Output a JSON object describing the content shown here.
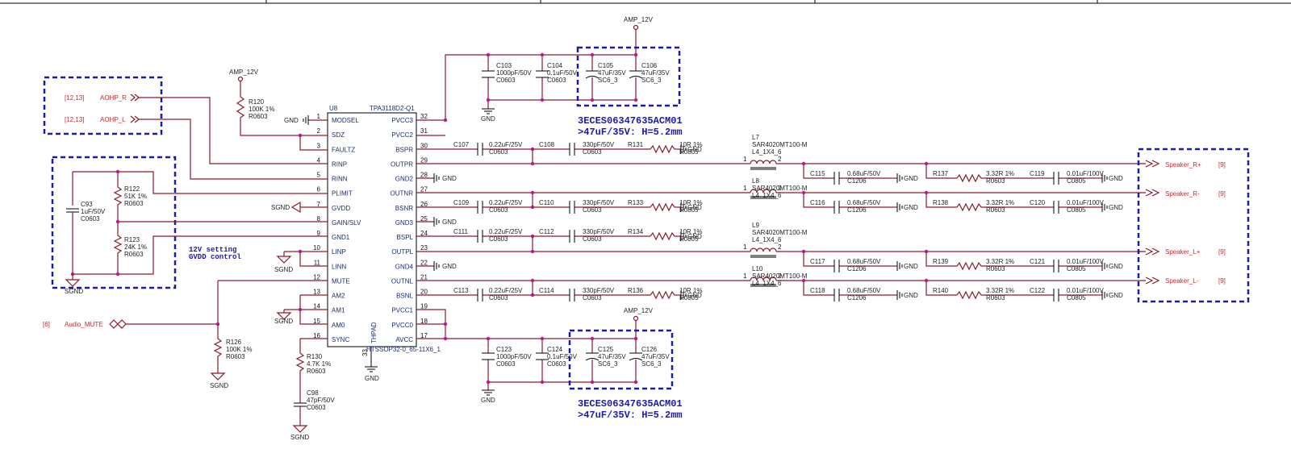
{
  "nets": {
    "amp12v": "AMP_12V",
    "gnd": "GND",
    "sgnd": "SGND"
  },
  "inputs": {
    "aohp_r": {
      "ref": "[12,13]",
      "name": "AOHP_R"
    },
    "aohp_l": {
      "ref": "[12,13]",
      "name": "AOHP_L"
    },
    "audio_mute": {
      "ref": "[6]",
      "name": "Audio_MUTE"
    }
  },
  "outputs": {
    "spk_rp": {
      "name": "Speaker_R+",
      "ref": "[9]"
    },
    "spk_rn": {
      "name": "Speaker_R-",
      "ref": "[9]"
    },
    "spk_lp": {
      "name": "Speaker_L+",
      "ref": "[9]"
    },
    "spk_ln": {
      "name": "Speaker_L-",
      "ref": "[9]"
    }
  },
  "ic": {
    "ref": "U8",
    "part": "TPA3118D2-Q1",
    "package": "HTSSOP32-0_65-11X6_1",
    "thpad": "THPAD",
    "thpad_num": "33",
    "left_pins": [
      {
        "num": "1",
        "name": "MODSEL"
      },
      {
        "num": "2",
        "name": "SDZ"
      },
      {
        "num": "3",
        "name": "FAULTZ"
      },
      {
        "num": "4",
        "name": "RINP"
      },
      {
        "num": "5",
        "name": "RINN"
      },
      {
        "num": "6",
        "name": "PLIMIT"
      },
      {
        "num": "7",
        "name": "GVDD"
      },
      {
        "num": "8",
        "name": "GAIN/SLV"
      },
      {
        "num": "9",
        "name": "GND1"
      },
      {
        "num": "10",
        "name": "LINP"
      },
      {
        "num": "11",
        "name": "LINN"
      },
      {
        "num": "12",
        "name": "MUTE"
      },
      {
        "num": "13",
        "name": "AM2"
      },
      {
        "num": "14",
        "name": "AM1"
      },
      {
        "num": "15",
        "name": "AM0"
      },
      {
        "num": "16",
        "name": "SYNC"
      }
    ],
    "right_pins": [
      {
        "num": "32",
        "name": "PVCC3"
      },
      {
        "num": "31",
        "name": "PVCC2"
      },
      {
        "num": "30",
        "name": "BSPR"
      },
      {
        "num": "29",
        "name": "OUTPR"
      },
      {
        "num": "28",
        "name": "GND2"
      },
      {
        "num": "27",
        "name": "OUTNR"
      },
      {
        "num": "26",
        "name": "BSNR"
      },
      {
        "num": "25",
        "name": "GND3"
      },
      {
        "num": "24",
        "name": "BSPL"
      },
      {
        "num": "23",
        "name": "OUTPL"
      },
      {
        "num": "22",
        "name": "GND4"
      },
      {
        "num": "21",
        "name": "OUTNL"
      },
      {
        "num": "20",
        "name": "BSNL"
      },
      {
        "num": "19",
        "name": "PVCC1"
      },
      {
        "num": "18",
        "name": "PVCC0"
      },
      {
        "num": "17",
        "name": "AVCC"
      }
    ]
  },
  "components": {
    "R120": {
      "ref": "R120",
      "val": "100K 1%",
      "pkg": "R0603"
    },
    "R122": {
      "ref": "R122",
      "val": "51K 1%",
      "pkg": "R0603"
    },
    "R123": {
      "ref": "R123",
      "val": "24K 1%",
      "pkg": "R0603"
    },
    "C93": {
      "ref": "C93",
      "val": "1uF/50V",
      "pkg": "C0603"
    },
    "R126": {
      "ref": "R126",
      "val": "100K 1%",
      "pkg": "R0603"
    },
    "R130": {
      "ref": "R130",
      "val": "4.7K 1%",
      "pkg": "R0603"
    },
    "C98": {
      "ref": "C98",
      "val": "47pF/50V",
      "pkg": "C0603"
    },
    "C103": {
      "ref": "C103",
      "val": "1000pF/50V",
      "pkg": "C0603"
    },
    "C104": {
      "ref": "C104",
      "val": "0.1uF/50V",
      "pkg": "C0603"
    },
    "C105": {
      "ref": "C105",
      "val": "47uF/35V",
      "pkg": "SC6_3"
    },
    "C106": {
      "ref": "C106",
      "val": "47uF/35V",
      "pkg": "SC6_3"
    },
    "C123": {
      "ref": "C123",
      "val": "1000pF/50V",
      "pkg": "C0603"
    },
    "C124": {
      "ref": "C124",
      "val": "0.1uF/50V",
      "pkg": "C0603"
    },
    "C125": {
      "ref": "C125",
      "val": "47uF/35V",
      "pkg": "SC6_3"
    },
    "C126": {
      "ref": "C126",
      "val": "47uF/35V",
      "pkg": "SC6_3"
    }
  },
  "channels": [
    {
      "c1": "C107",
      "c1v": "0.22uF/25V",
      "c2": "C108",
      "c2v": "330pF/50V",
      "r": "R131",
      "rv": "10R 1%",
      "rp": "R0805",
      "l": "L7",
      "lv": "SAR4020MT100-M",
      "lp": "L4_1X4_6",
      "c3": "C115",
      "c3v": "0.68uF/50V",
      "c3p": "C1206",
      "r2": "R137",
      "r2v": "3.32R 1%",
      "r2p": "R0603",
      "c4": "C119",
      "c4v": "0.01uF/100V",
      "c4p": "C0805"
    },
    {
      "c1": "C109",
      "c1v": "0.22uF/25V",
      "c2": "C110",
      "c2v": "330pF/50V",
      "r": "R133",
      "rv": "10R 1%",
      "rp": "R0805",
      "l": "L8",
      "lv": "SAR4020MT100-M",
      "lp": "L4_1X4_6",
      "c3": "C116",
      "c3v": "0.68uF/50V",
      "c3p": "C1206",
      "r2": "R138",
      "r2v": "3.32R 1%",
      "r2p": "R0603",
      "c4": "C120",
      "c4v": "0.01uF/100V",
      "c4p": "C0805"
    },
    {
      "c1": "C111",
      "c1v": "0.22uF/25V",
      "c2": "C112",
      "c2v": "330pF/50V",
      "r": "R134",
      "rv": "10R 1%",
      "rp": "R0805",
      "l": "L9",
      "lv": "SAR4020MT100-M",
      "lp": "L4_1X4_6",
      "c3": "C117",
      "c3v": "0.68uF/50V",
      "c3p": "C1206",
      "r2": "R139",
      "r2v": "3.32R 1%",
      "r2p": "R0603",
      "c4": "C121",
      "c4v": "0.01uF/100V",
      "c4p": "C0805"
    },
    {
      "c1": "C113",
      "c1v": "0.22uF/25V",
      "c2": "C114",
      "c2v": "330pF/50V",
      "r": "R136",
      "rv": "10R 1%",
      "rp": "R0805",
      "l": "L10",
      "lv": "SAR4020MT100-M",
      "lp": "L4_1X4_6",
      "c3": "C118",
      "c3v": "0.68uF/50V",
      "c3p": "C1206",
      "r2": "R140",
      "r2v": "3.32R 1%",
      "r2p": "R0603",
      "c4": "C122",
      "c4v": "0.01uF/100V",
      "c4p": "C0805"
    }
  ],
  "inductor_pins": {
    "p1": "1",
    "p2": "2"
  },
  "notes": {
    "gvdd1": "12V setting",
    "gvdd2": "GVDD control",
    "cap_note_top_1": "3ECES06347635ACM01",
    "cap_note_top_2": ">47uF/35V: H=5.2mm",
    "cap_note_bot_1": "3ECES06347635ACM01",
    "cap_note_bot_2": ">47uF/35V: H=5.2mm"
  }
}
